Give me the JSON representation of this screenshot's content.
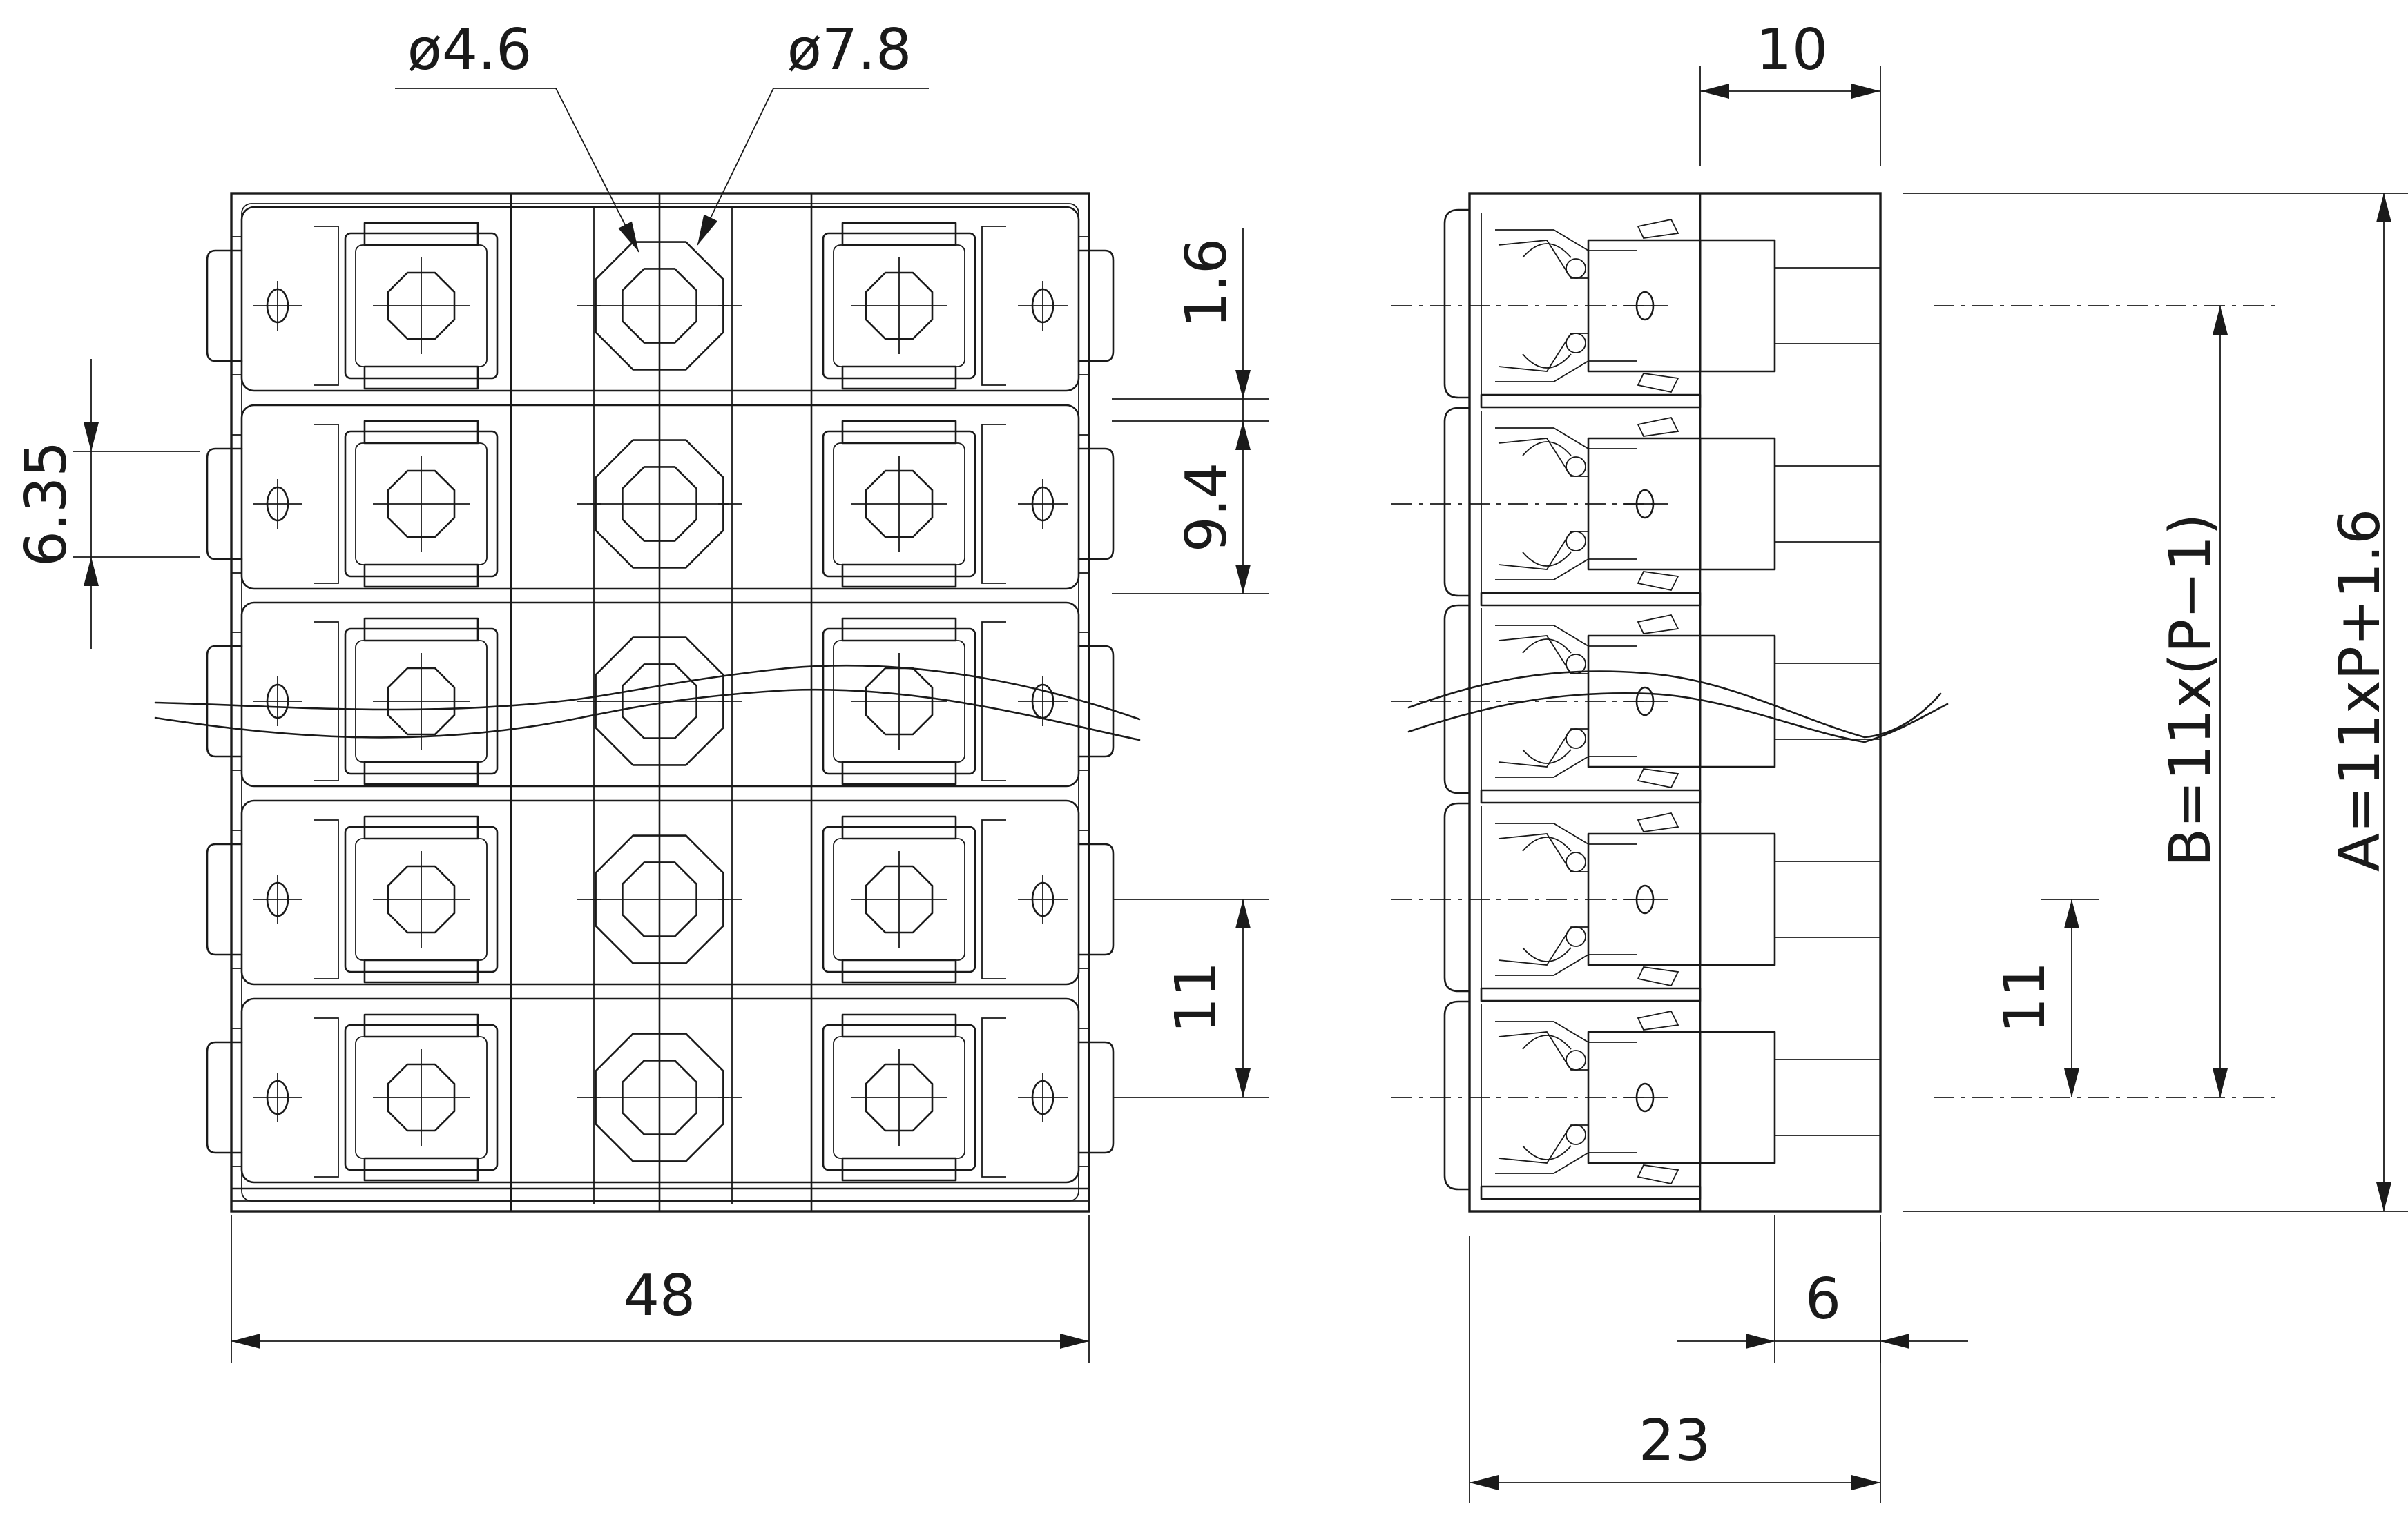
{
  "dimensions": {
    "hole_diameter": "ø4.6",
    "hex_diameter": "ø7.8",
    "width_overall": "48",
    "pin_spacing": "6.35",
    "gap": "1.6",
    "body_height": "9.4",
    "pitch_front": "11",
    "tab_length": "10",
    "depth_step": "6",
    "depth_overall": "23",
    "pitch_side": "11",
    "formula_b": "B=11x(P−1)",
    "formula_a": "A=11xP+1.6"
  }
}
